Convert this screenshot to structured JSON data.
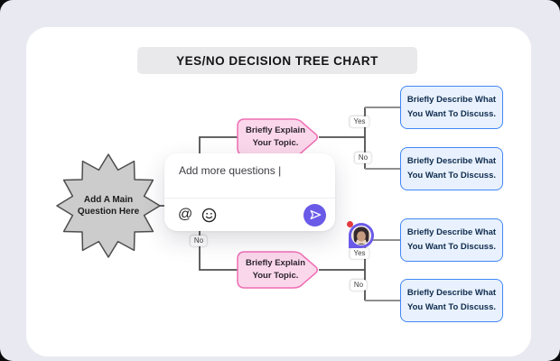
{
  "title": "YES/NO DECISION TREE CHART",
  "nodes": {
    "root": {
      "line1": "Add A Main",
      "line2": "Question Here"
    },
    "branch": {
      "line1": "Briefly Explain",
      "line2": "Your Topic."
    },
    "leaf": {
      "line1": "Briefly Describe What",
      "line2": "You Want To Discuss."
    }
  },
  "edge_labels": {
    "yes": "Yes",
    "no": "No"
  },
  "composer": {
    "value": "Add more questions |",
    "at_symbol": "@"
  },
  "colors": {
    "accent-purple": "#6A5AE8",
    "pink-fill": "#FBD7EB",
    "pink-border": "#EF6EB4",
    "blue-fill": "#E8F1FD",
    "blue-border": "#4187F6",
    "star-fill": "#CCCCCC",
    "star-border": "#4D4D4D",
    "line-dark": "#4F4F4F",
    "line-gray": "#8F8F8F",
    "notification-red": "#E23B3F",
    "canvas-bg": "#E9E9F1",
    "banner-bg": "#E9E9EB"
  }
}
